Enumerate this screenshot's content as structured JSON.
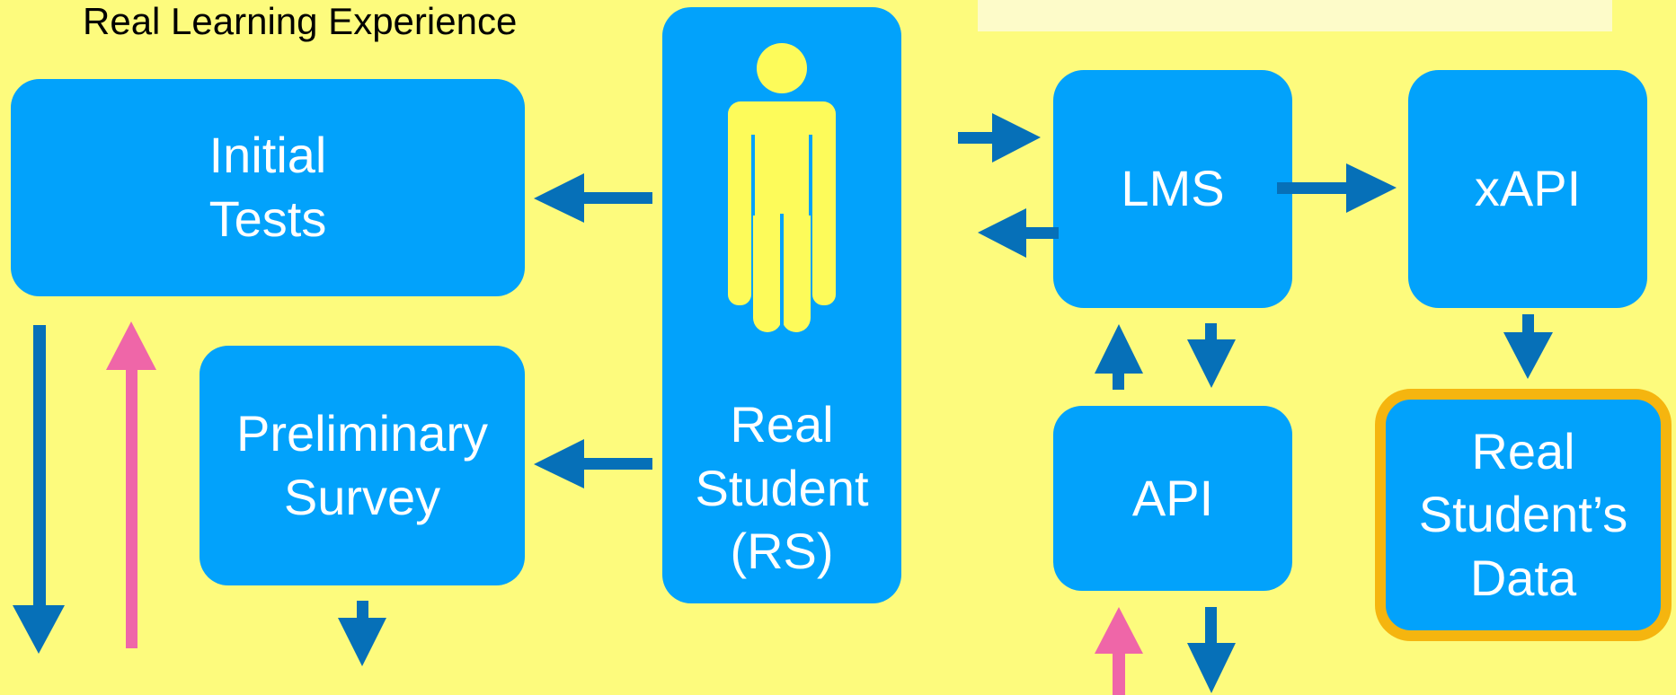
{
  "heading": "Real Learning Experience",
  "boxes": {
    "initial_tests": [
      "Initial",
      "Tests"
    ],
    "preliminary_survey": [
      "Preliminary",
      "Survey"
    ],
    "real_student": [
      "Real",
      "Student",
      "(RS)"
    ],
    "lms": "LMS",
    "xapi": "xAPI",
    "api": "API",
    "real_students_data": [
      "Real",
      "Student’s",
      "Data"
    ]
  },
  "colors": {
    "background": "#fdfb7d",
    "box_fill": "#02a2fb",
    "box_text": "#ffffff",
    "arrow_blue": "#0670b8",
    "arrow_pink": "#ef66a8",
    "highlight_border": "#f5b50f",
    "person": "#fdfb5a",
    "note_fill": "#fdfbc9"
  },
  "icons": {
    "person": "person-icon"
  }
}
